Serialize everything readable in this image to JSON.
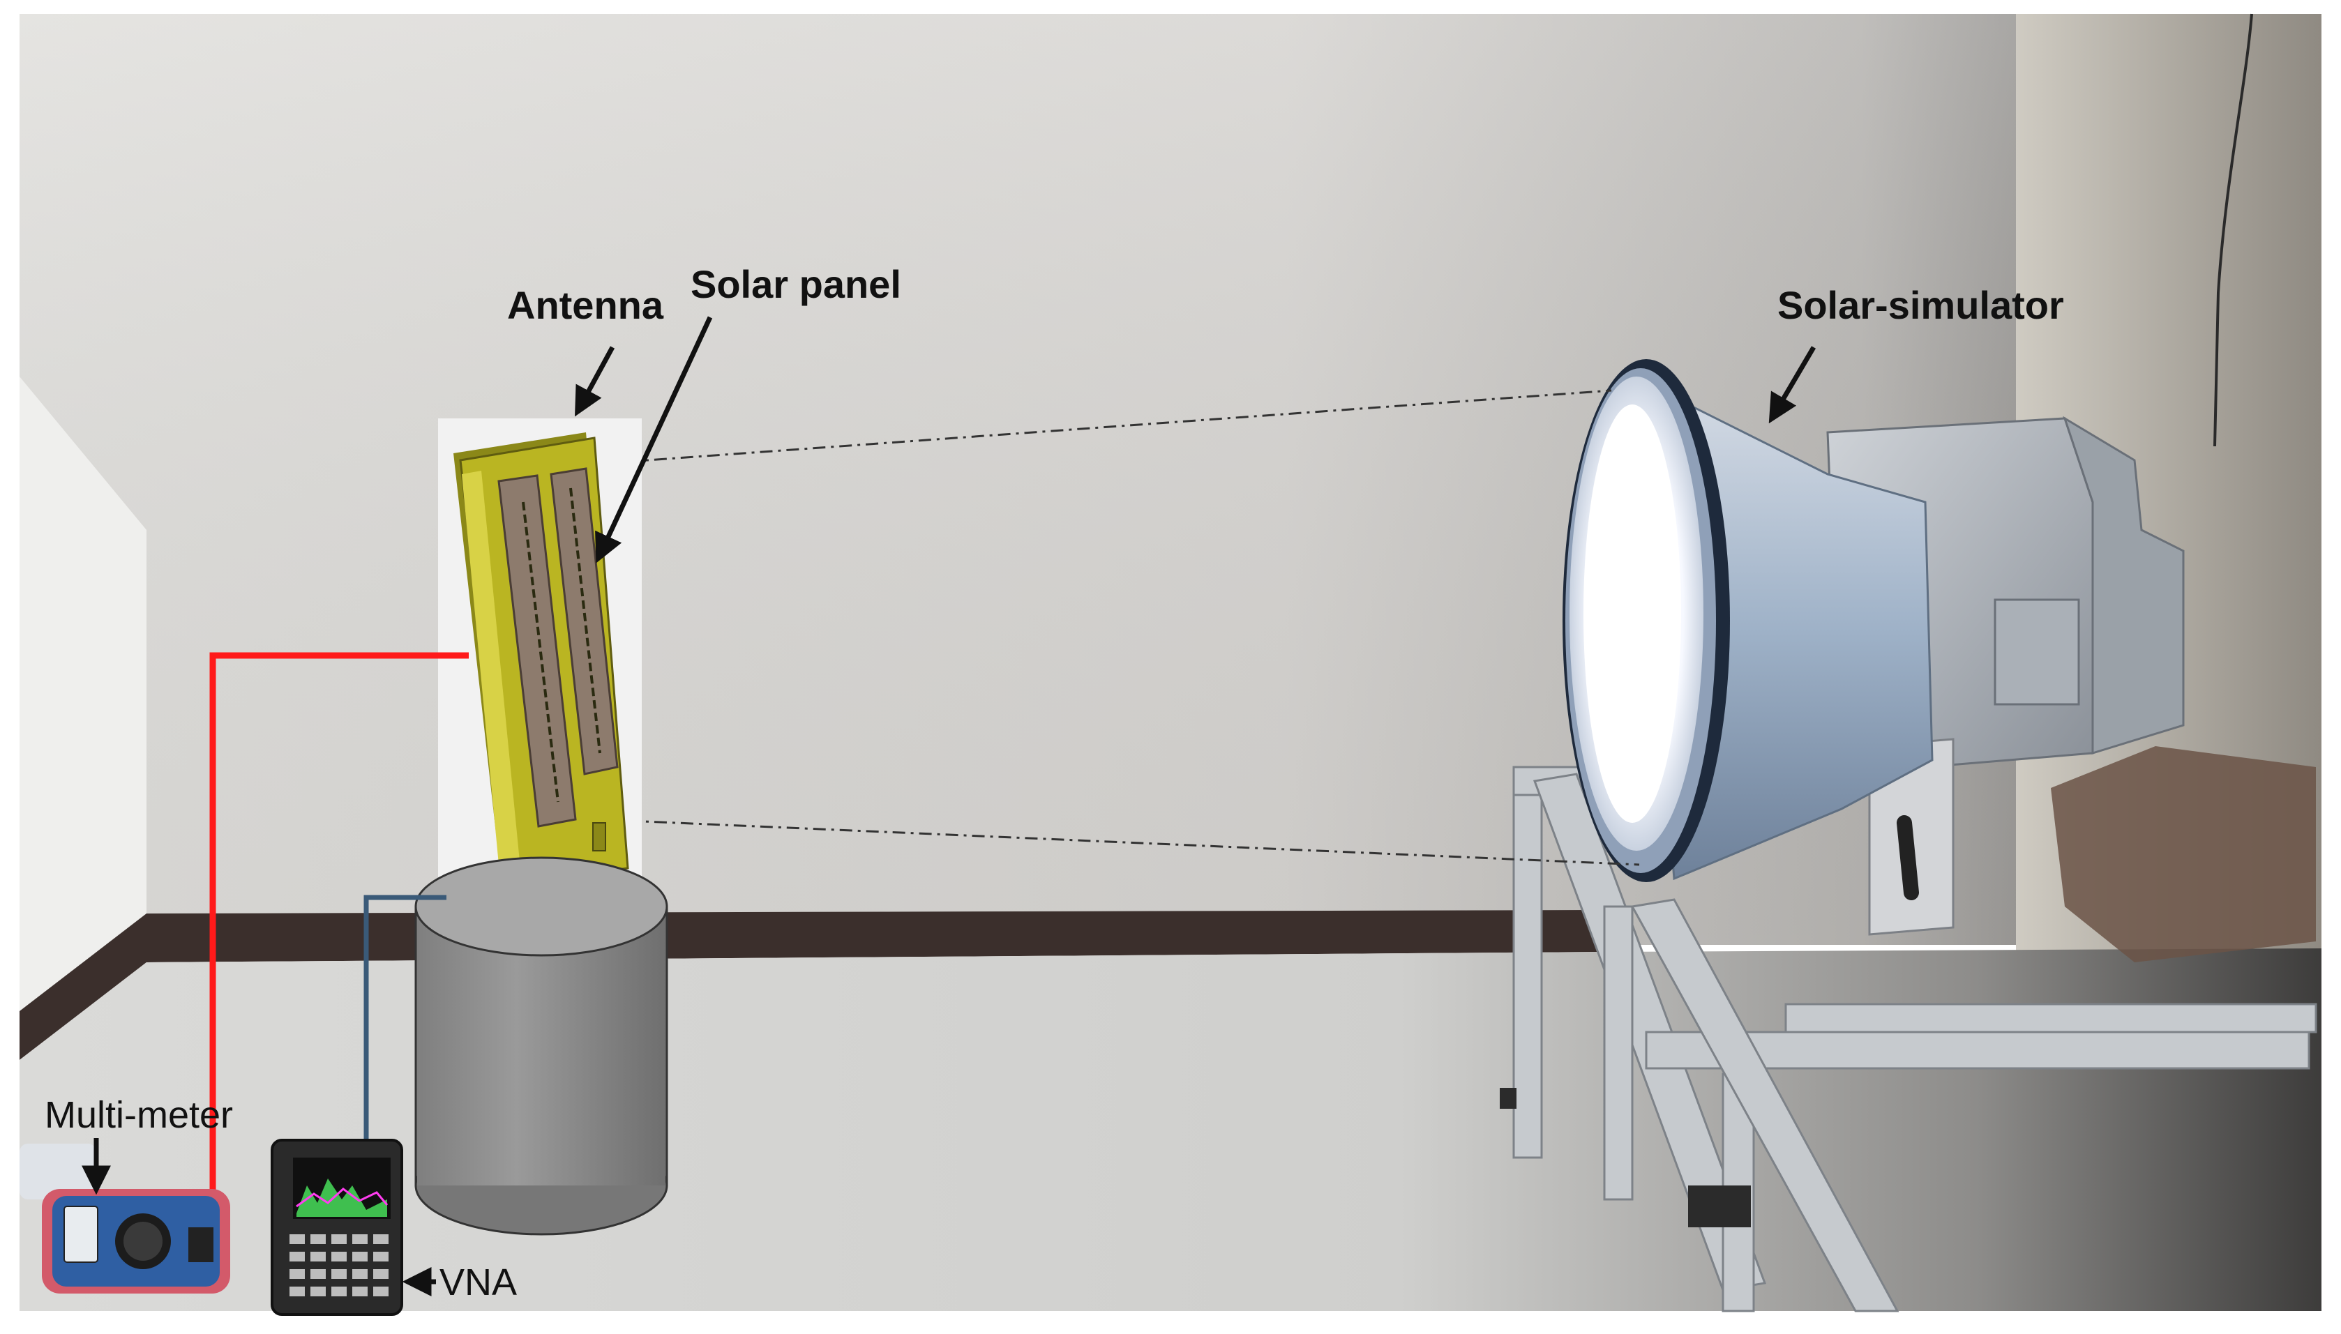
{
  "labels": {
    "antenna": "Antenna",
    "solar_panel": "Solar panel",
    "solar_simulator": "Solar-simulator",
    "multimeter": "Multi-meter",
    "vna": "VNA"
  },
  "colors": {
    "wall": "#d9d7d4",
    "floor": "#d2d2d0",
    "baseboard": "#3b2f2c",
    "antenna_pcb": "#b9b520",
    "solar_cell": "#8d7b6d",
    "pedestal": "#8a8a8a",
    "red_wire": "#ff1a1a",
    "blue_wire": "#3a5a78",
    "lamp_glow": "#ffffff",
    "frame": "#c9cdd2"
  },
  "icons": {
    "multimeter": "multimeter-icon",
    "vna": "vna-analyzer-icon",
    "lamp": "solar-simulator-lamp"
  }
}
